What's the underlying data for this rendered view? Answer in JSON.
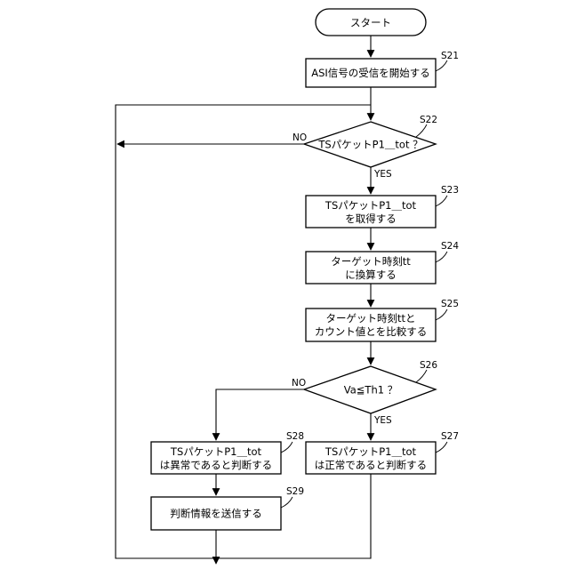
{
  "nodes": {
    "start": {
      "lines": [
        "スタート"
      ]
    },
    "s21": {
      "step": "S21",
      "lines": [
        "ASI信号の受信を開始する"
      ]
    },
    "s22": {
      "step": "S22",
      "lines": [
        "TSパケットP1＿tot ？"
      ]
    },
    "s23": {
      "step": "S23",
      "lines": [
        "TSパケットP1＿tot",
        "を取得する"
      ]
    },
    "s24": {
      "step": "S24",
      "lines": [
        "ターゲット時刻tt",
        "に換算する"
      ]
    },
    "s25": {
      "step": "S25",
      "lines": [
        "ターゲット時刻ttと",
        "カウント値とを比較する"
      ]
    },
    "s26": {
      "step": "S26",
      "lines": [
        "Va≦Th1 ？"
      ]
    },
    "s27": {
      "step": "S27",
      "lines": [
        "TSパケットP1＿tot",
        "は正常であると判断する"
      ]
    },
    "s28": {
      "step": "S28",
      "lines": [
        "TSパケットP1＿tot",
        "は異常であると判断する"
      ]
    },
    "s29": {
      "step": "S29",
      "lines": [
        "判断情報を送信する"
      ]
    }
  },
  "branches": {
    "s22_no": "NO",
    "s22_yes": "YES",
    "s26_no": "NO",
    "s26_yes": "YES"
  }
}
